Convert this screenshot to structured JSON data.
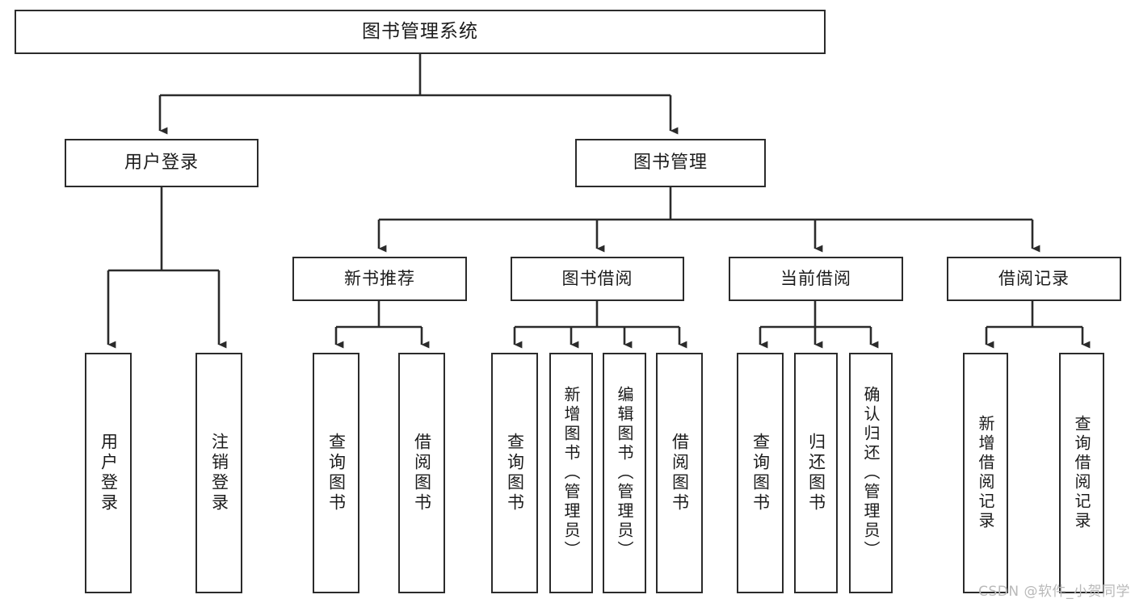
{
  "diagram": {
    "title": "图书管理系统",
    "watermark": "CSDN @软件_小贺同学",
    "colors": {
      "background": "#ffffff",
      "border": "#2b2b2b",
      "text": "#1b1b1b",
      "connector": "#2b2b2b",
      "watermark": "#b9b9b9"
    },
    "root": {
      "label": "图书管理系统"
    },
    "level2": [
      {
        "label": "用户登录"
      },
      {
        "label": "图书管理"
      }
    ],
    "level3": [
      {
        "label": "新书推荐"
      },
      {
        "label": "图书借阅"
      },
      {
        "label": "当前借阅"
      },
      {
        "label": "借阅记录"
      }
    ],
    "leaves": {
      "user_login": [
        {
          "label": "用户登录"
        },
        {
          "label": "注销登录"
        }
      ],
      "new_book_recommend": [
        {
          "label": "查询图书"
        },
        {
          "label": "借阅图书"
        }
      ],
      "book_borrow": [
        {
          "label": "查询图书"
        },
        {
          "label": "新增图书（管理员）"
        },
        {
          "label": "编辑图书（管理员）"
        },
        {
          "label": "借阅图书"
        }
      ],
      "current_borrow": [
        {
          "label": "查询图书"
        },
        {
          "label": "归还图书"
        },
        {
          "label": "确认归还（管理员）"
        }
      ],
      "borrow_record": [
        {
          "label": "新增借阅记录"
        },
        {
          "label": "查询借阅记录"
        }
      ]
    }
  }
}
